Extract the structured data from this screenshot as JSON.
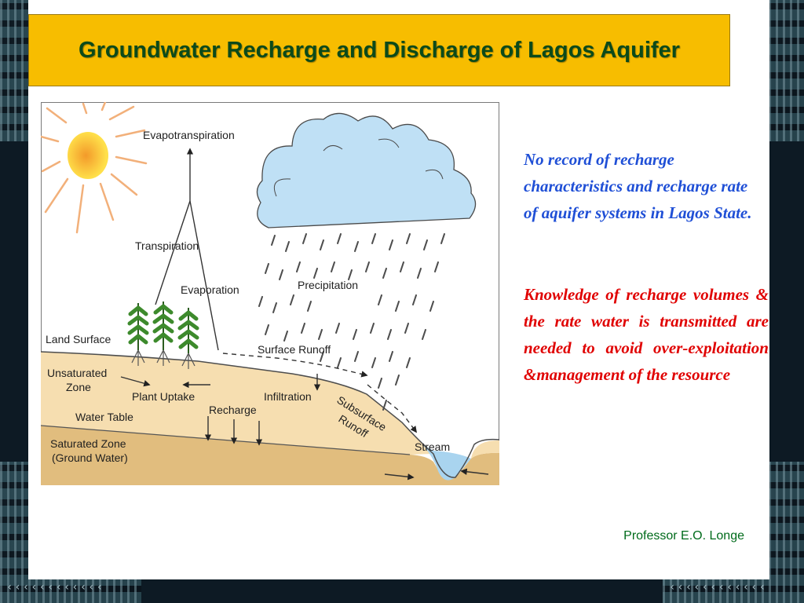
{
  "slide": {
    "title": "Groundwater Recharge and Discharge of Lagos Aquifer",
    "note_blue": "No record of  recharge characteristics and recharge rate of aquifer systems in Lagos State.",
    "note_red": "Knowledge of recharge volumes & the rate water is transmitted  are needed to avoid over-exploitation &management of the resource",
    "footer": "Professor E.O. Longe"
  },
  "diagram": {
    "labels": {
      "evapotranspiration": "Evapotranspiration",
      "transpiration": "Transpiration",
      "evaporation": "Evaporation",
      "precipitation": "Precipitation",
      "land_surface": "Land Surface",
      "surface_runoff": "Surface Runoff",
      "unsaturated_zone_1": "Unsaturated",
      "unsaturated_zone_2": "Zone",
      "plant_uptake": "Plant Uptake",
      "infiltration": "Infiltration",
      "subsurface_runoff_1": "Subsurface",
      "subsurface_runoff_2": "Runoff",
      "water_table": "Water Table",
      "recharge": "Recharge",
      "stream": "Stream",
      "saturated_zone_1": "Saturated Zone",
      "saturated_zone_2": "(Ground Water)"
    },
    "colors": {
      "sun_core": "#f39a2a",
      "sun_edge": "#ffe04a",
      "cloud": "#bfe0f5",
      "unsaturated": "#f6deb0",
      "saturated": "#e1bd7e",
      "stream": "#a9d4ef",
      "plant": "#3d8a2c"
    }
  }
}
